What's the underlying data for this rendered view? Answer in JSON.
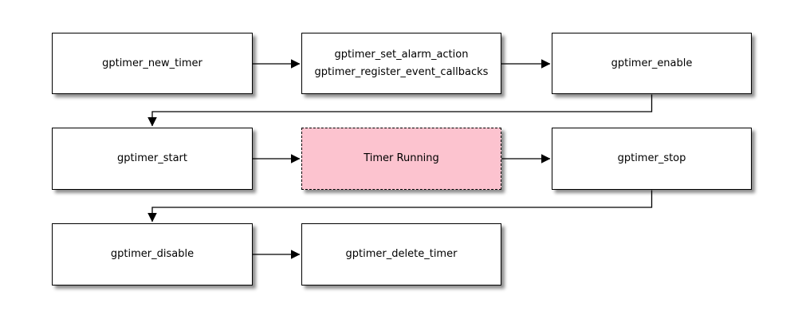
{
  "colors": {
    "background": "#ffffff",
    "node_fill": "#ffffff",
    "node_border": "#000000",
    "highlight_fill": "#fcc3cf",
    "connector": "#000000"
  },
  "nodes": {
    "new_timer": {
      "label": "gptimer_new_timer"
    },
    "set_alarm": {
      "line1": "gptimer_set_alarm_action",
      "line2": "gptimer_register_event_callbacks"
    },
    "enable": {
      "label": "gptimer_enable"
    },
    "start": {
      "label": "gptimer_start"
    },
    "timer_running": {
      "label": "Timer Running"
    },
    "stop": {
      "label": "gptimer_stop"
    },
    "disable": {
      "label": "gptimer_disable"
    },
    "delete_timer": {
      "label": "gptimer_delete_timer"
    }
  }
}
